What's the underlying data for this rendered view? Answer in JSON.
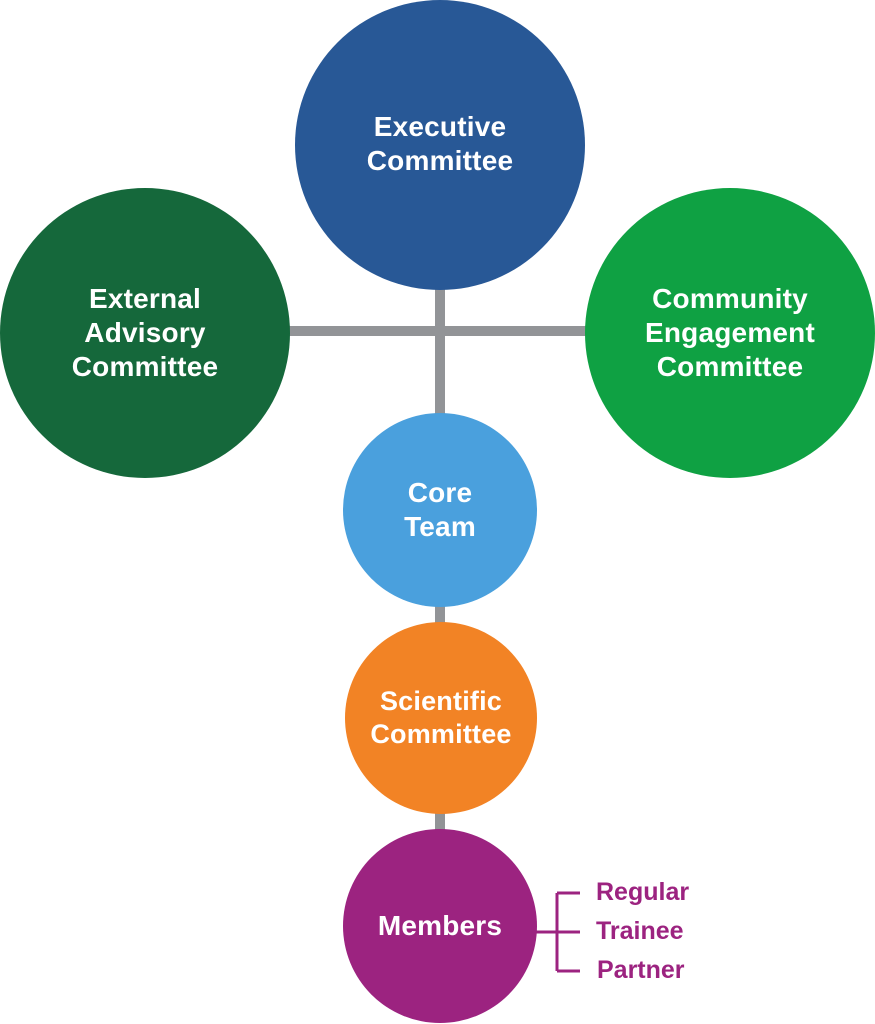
{
  "colors": {
    "connector": "#929497",
    "executive": "#285896",
    "external_advisory": "#15683b",
    "community_engagement": "#0fa143",
    "core_team": "#4aa0dd",
    "scientific": "#f28325",
    "members": "#9c2380",
    "member_types_text": "#9c2380",
    "label_text": "#ffffff"
  },
  "nodes": {
    "executive": "Executive\nCommittee",
    "external_advisory": "External\nAdvisory\nCommittee",
    "community_engagement": "Community\nEngagement\nCommittee",
    "core_team": "Core\nTeam",
    "scientific": "Scientific\nCommittee",
    "members": "Members"
  },
  "member_types": [
    "Regular",
    "Trainee",
    "Partner"
  ]
}
